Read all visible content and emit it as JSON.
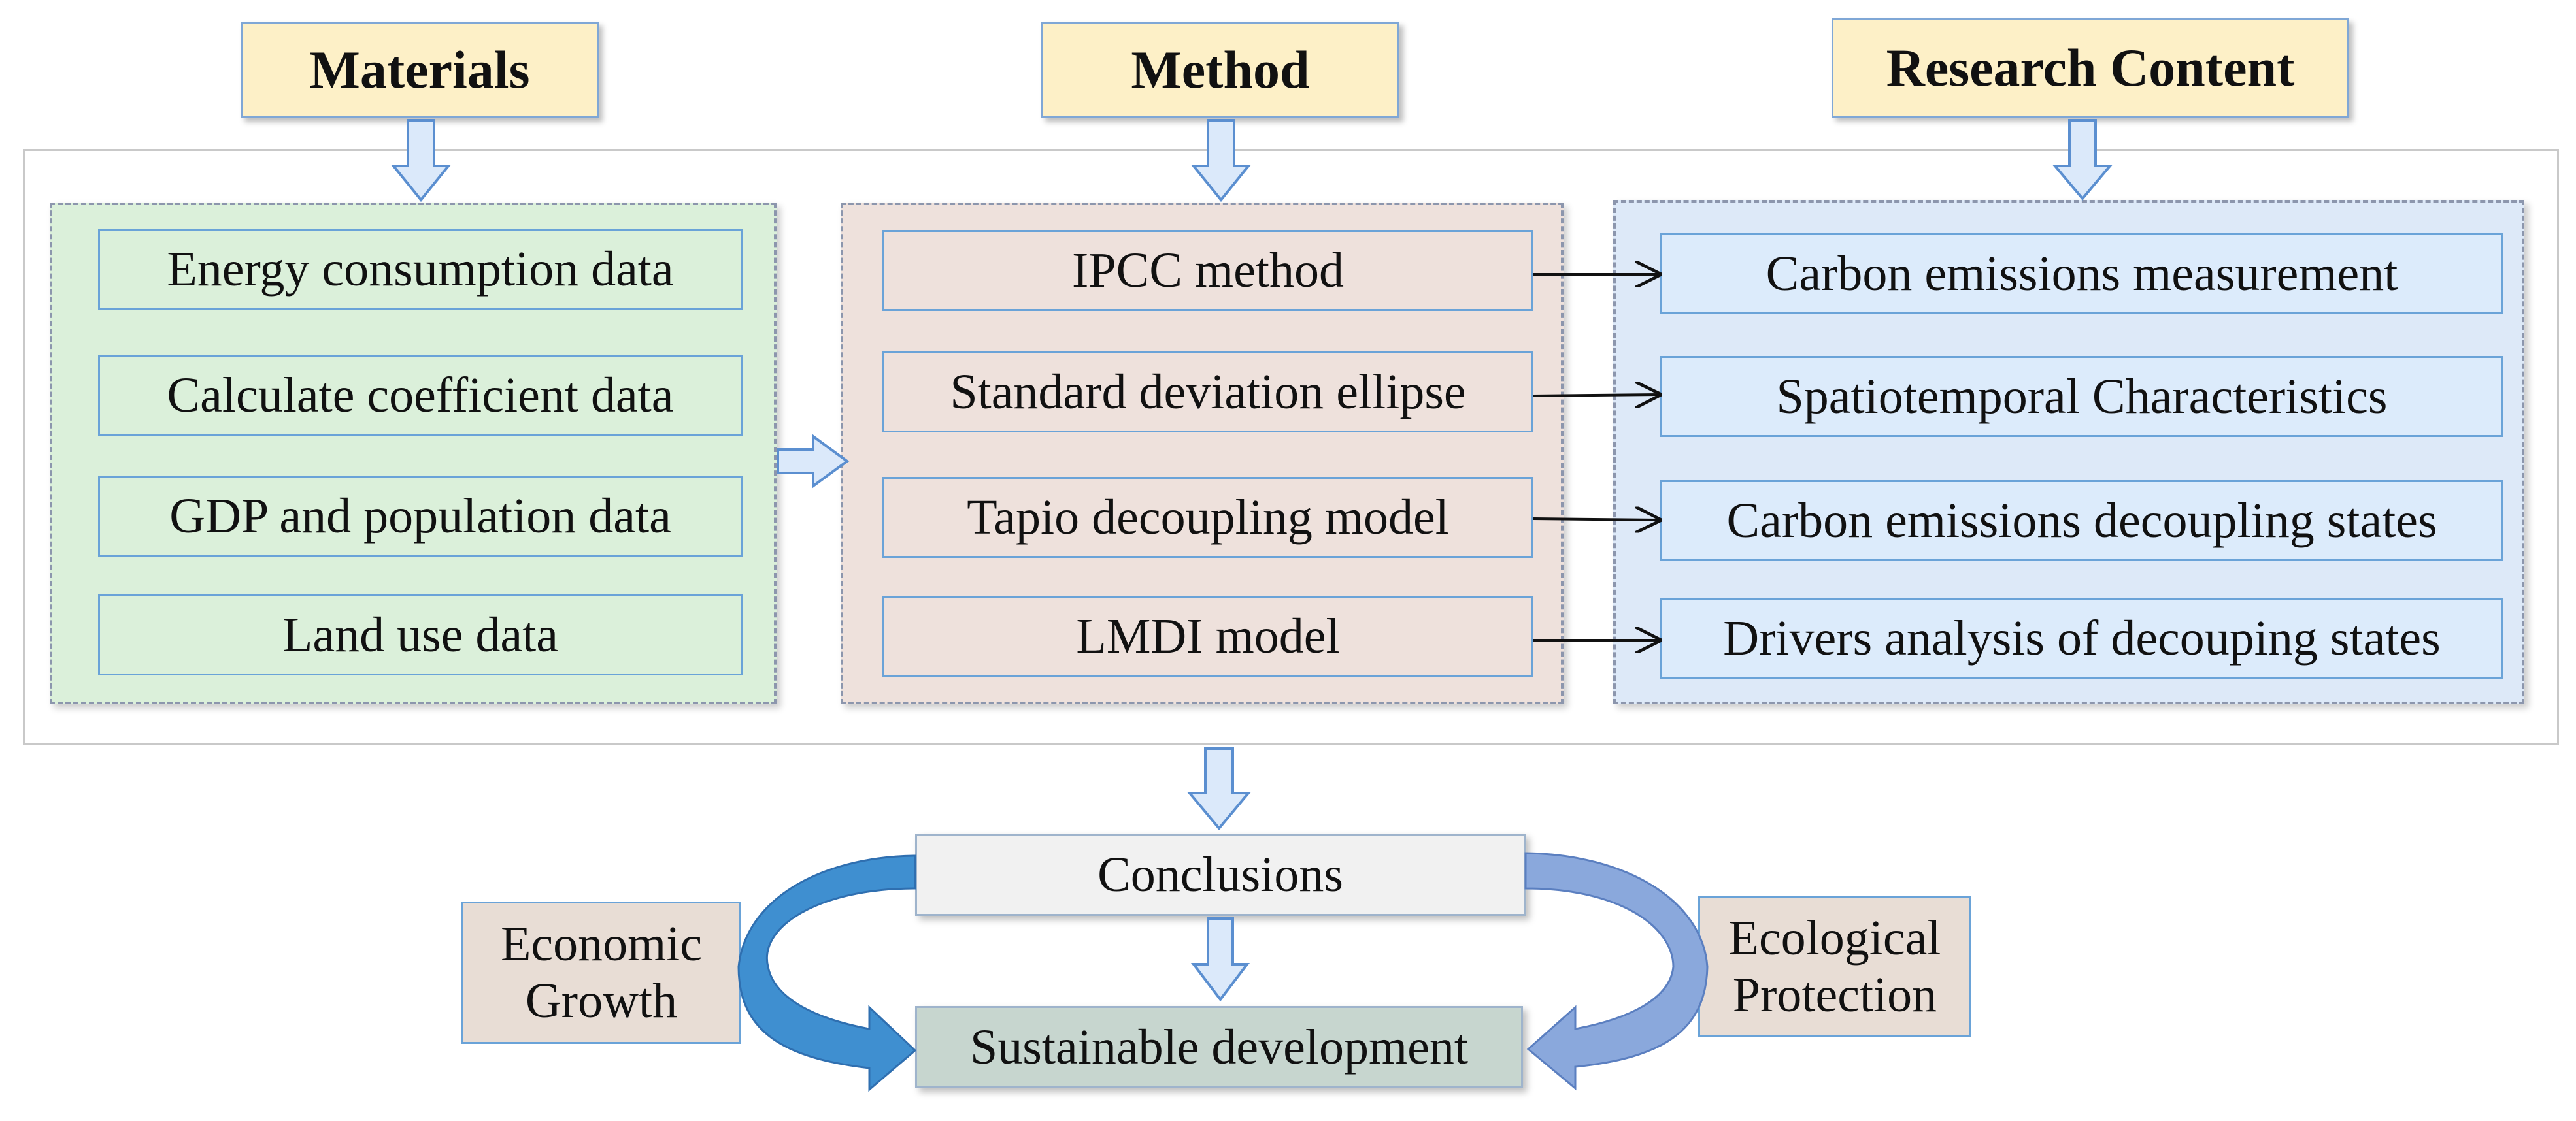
{
  "headers": {
    "materials": "Materials",
    "method": "Method",
    "research_content": "Research Content"
  },
  "materials": [
    "Energy consumption data",
    "Calculate coefficient data",
    "GDP and population data",
    "Land use data"
  ],
  "methods": [
    "IPCC method",
    "Standard deviation ellipse",
    "Tapio decoupling model",
    "LMDI  model"
  ],
  "research": [
    "Carbon emissions measurement",
    "Spatiotemporal Characteristics",
    "Carbon emissions decoupling states",
    "Drivers analysis of decouping states"
  ],
  "conclusions": "Conclusions",
  "sustainable": "Sustainable development",
  "economic": {
    "line1": "Economic",
    "line2": "Growth"
  },
  "ecological": {
    "line1": "Ecological",
    "line2": "Protection"
  },
  "colors": {
    "header_fill": "#fdf0c7",
    "materials_fill": "#dbf0da",
    "method_fill": "#eee1dc",
    "research_fill": "#dde9f8",
    "arrow_fill": "#dbe9fa",
    "arrow_stroke": "#5b8fd0",
    "curve_left": "#3f8fd0",
    "curve_right": "#8aa8dc"
  }
}
